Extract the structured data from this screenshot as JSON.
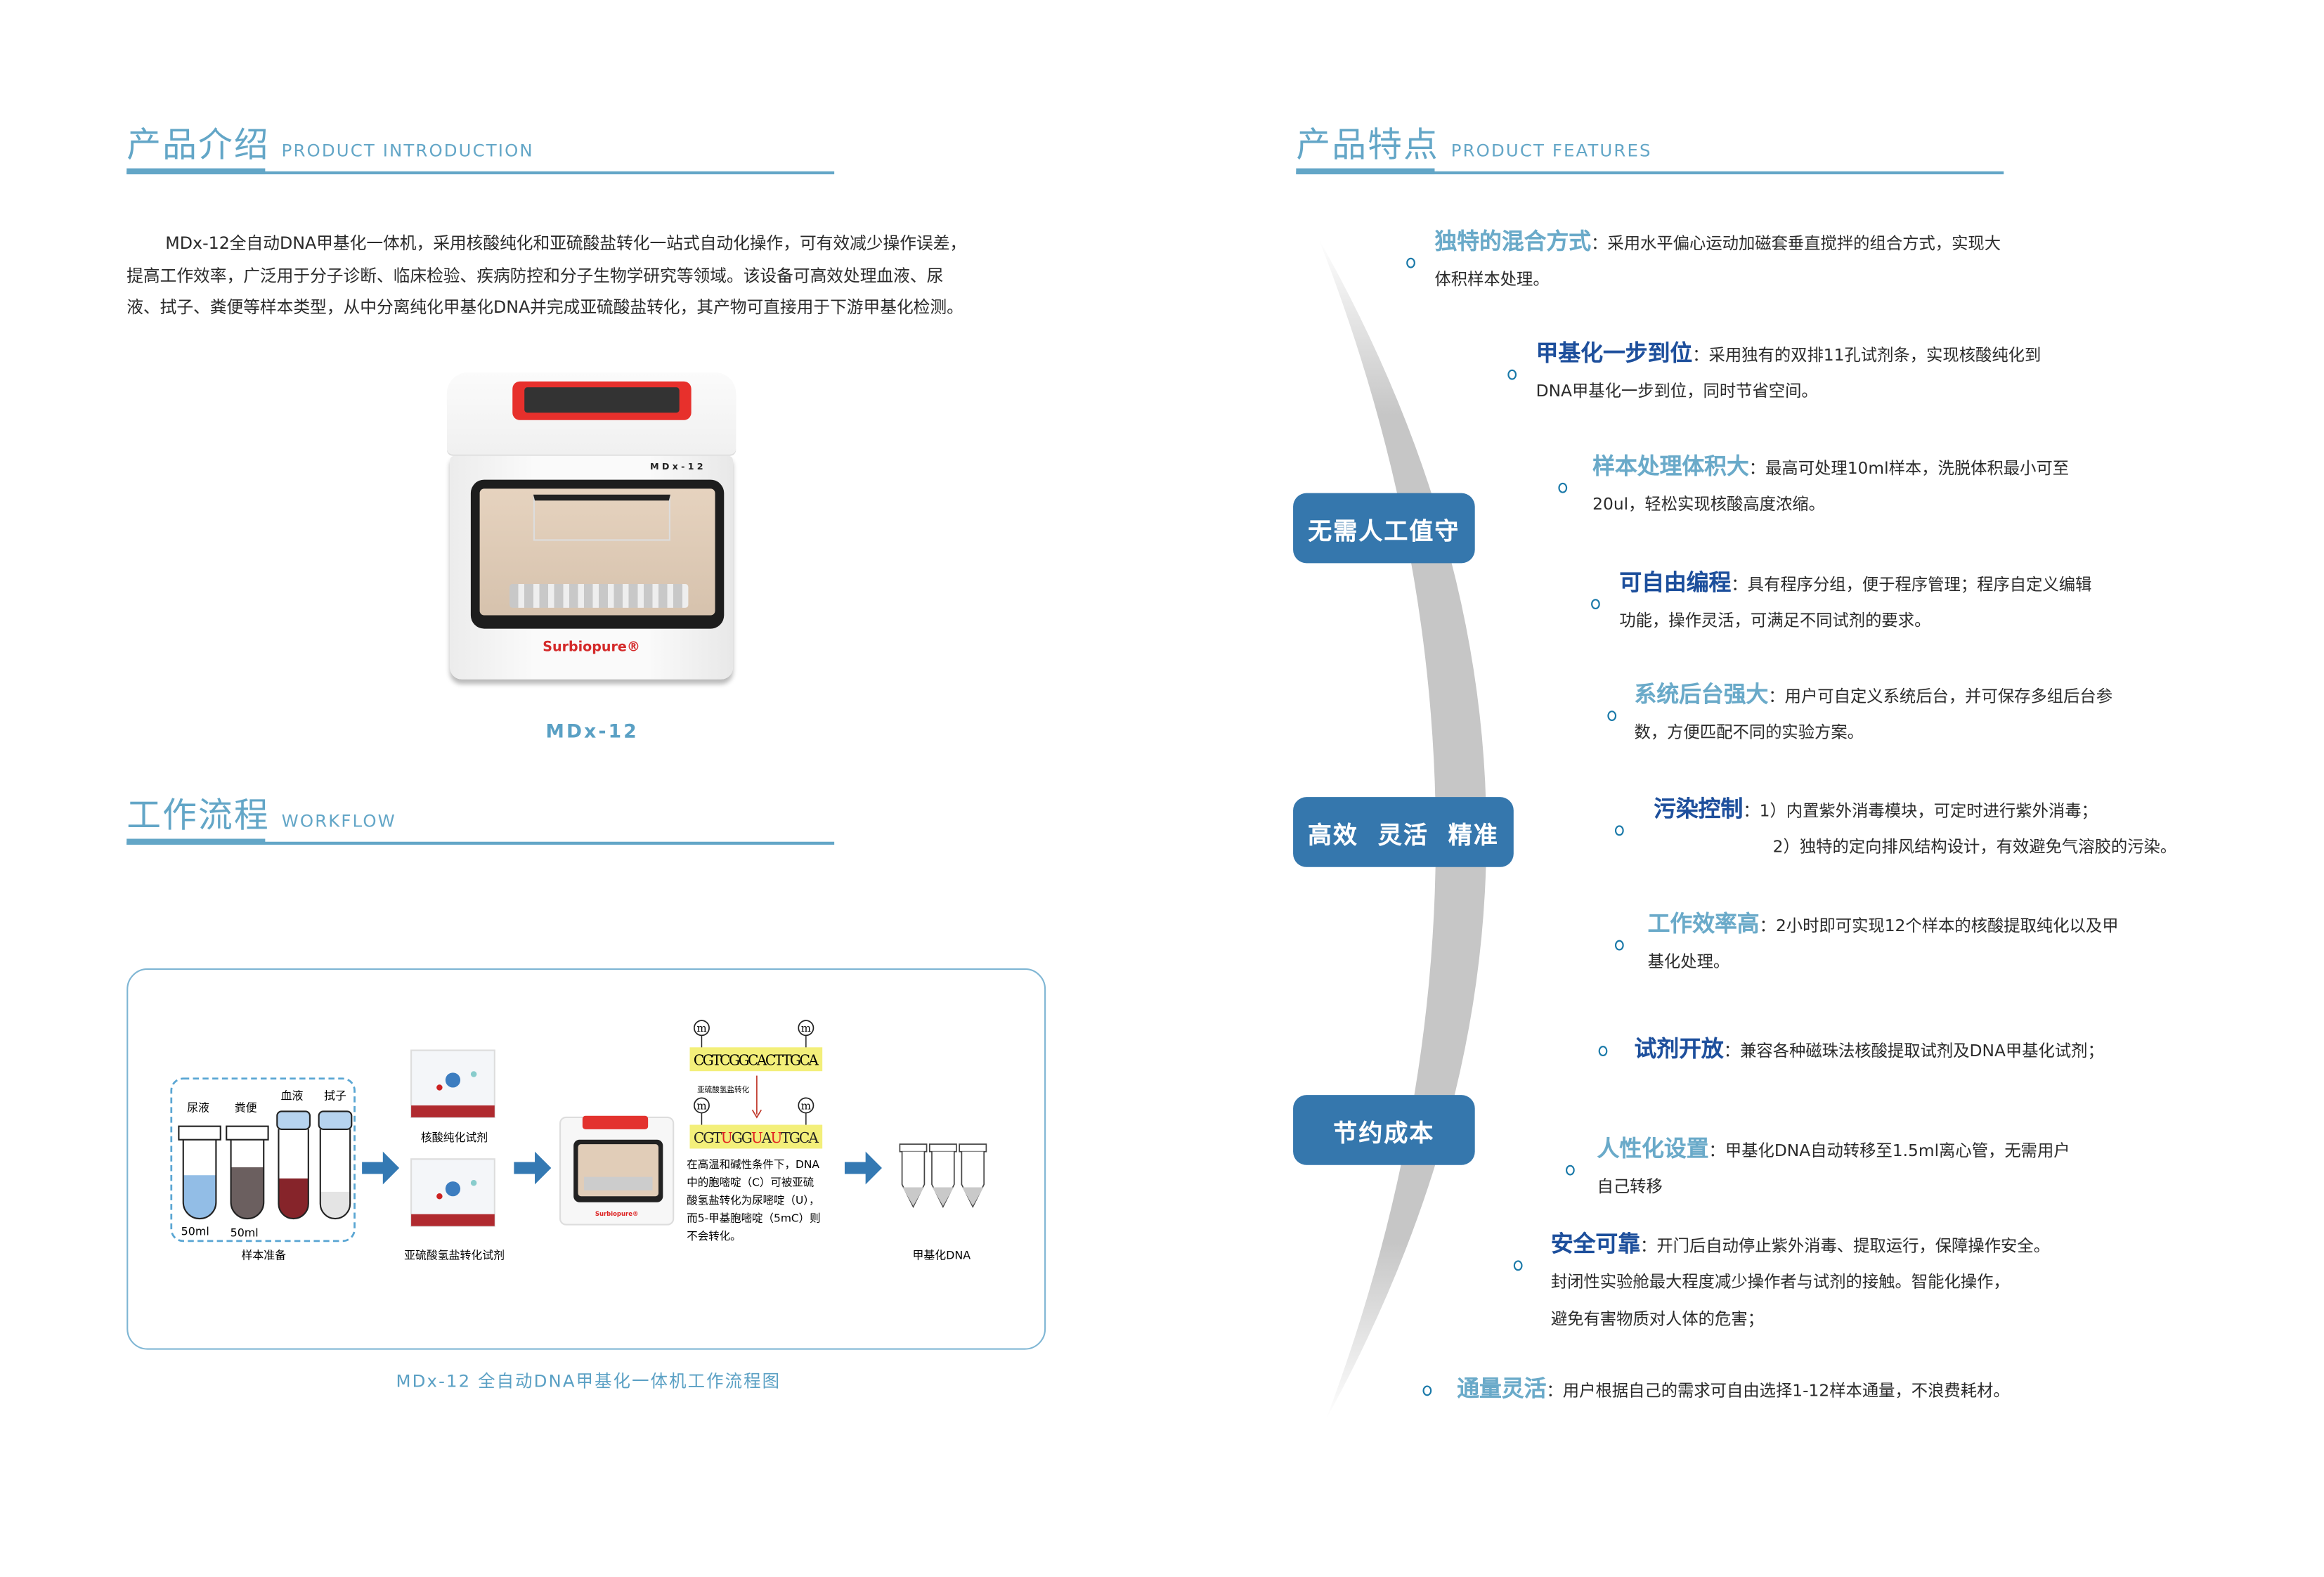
{
  "colors": {
    "accent": "#63a6c7",
    "title_light": "#6aaac9",
    "title_dark": "#1d4f9c",
    "pill": "#3577ad",
    "arc": "#c6c6c6"
  },
  "intro": {
    "title_cn": "产品介绍",
    "title_en": "PRODUCT INTRODUCTION",
    "paragraph": [
      "MDx-12全自动DNA甲基化一体机，采用核酸纯化和亚硫酸盐转化一站式自动化操作，可有效减少操作误差，",
      "提高工作效率，广泛用于分子诊断、临床检验、疾病防控和分子生物学研究等领域。该设备可高效处理血液、尿",
      "液、拭子、粪便等样本类型，从中分离纯化甲基化DNA并完成亚硫酸盐转化，其产物可直接用于下游甲基化检测。"
    ],
    "device": {
      "model_label": "MDx-12",
      "brand_logo": "Surbiopure®",
      "caption": "MDx-12"
    }
  },
  "workflow": {
    "title_cn": "工作流程",
    "title_en": "WORKFLOW",
    "samples": [
      "尿液",
      "粪便",
      "血液",
      "拭子"
    ],
    "volumes": [
      "50ml",
      "50ml"
    ],
    "sample_caption": "样本准备",
    "reagent_top": "核酸纯化试剂",
    "reagent_bottom": "亚硫酸氢盐转化试剂",
    "methyl_mark": "m",
    "seq_before": "CGTCGGCACTTGCA",
    "conversion_label": "亚硫酸氢盐转化",
    "seq_after": [
      "CGT",
      "U",
      "GG",
      "U",
      "A",
      "U",
      "TGCA"
    ],
    "description": [
      "在高温和碱性条件下，DNA",
      "中的胞嘧啶（C）可被亚硫",
      "酸氢盐转化为尿嘧啶（U），",
      "而5-甲基胞嘧啶（5mC）则",
      "不会转化。"
    ],
    "output_caption": "甲基化DNA",
    "figure_caption": "MDx-12 全自动DNA甲基化一体机工作流程图"
  },
  "features": {
    "title_cn": "产品特点",
    "title_en": "PRODUCT FEATURES",
    "pills": [
      "无需人工值守",
      "高效  灵活  精准",
      "节约成本"
    ],
    "items": [
      {
        "title": "独特的混合方式",
        "style": "light",
        "line1": "：采用水平偏心运动加磁套垂直搅拌的组合方式，实现大",
        "lines": [
          "体积样本处理。"
        ]
      },
      {
        "title": "甲基化一步到位",
        "style": "dark",
        "line1": "：采用独有的双排11孔试剂条，实现核酸纯化到",
        "lines": [
          "DNA甲基化一步到位，同时节省空间。"
        ]
      },
      {
        "title": "样本处理体积大",
        "style": "light",
        "line1": "：最高可处理10ml样本，洗脱体积最小可至",
        "lines": [
          "20ul，轻松实现核酸高度浓缩。"
        ]
      },
      {
        "title": "可自由编程",
        "style": "dark",
        "line1": "：具有程序分组，便于程序管理；程序自定义编辑",
        "lines": [
          "功能，操作灵活，可满足不同试剂的要求。"
        ]
      },
      {
        "title": "系统后台强大",
        "style": "light",
        "line1": "：用户可自定义系统后台，并可保存多组后台参",
        "lines": [
          "数，方便匹配不同的实验方案。"
        ]
      },
      {
        "title": "污染控制",
        "style": "dark",
        "line1": "：1）内置紫外消毒模块，可定时进行紫外消毒；",
        "lines": [
          "2）独特的定向排风结构设计，有效避免气溶胶的污染。"
        ]
      },
      {
        "title": "工作效率高",
        "style": "light",
        "line1": "：2小时即可实现12个样本的核酸提取纯化以及甲",
        "lines": [
          "基化处理。"
        ]
      },
      {
        "title": "试剂开放",
        "style": "dark",
        "line1": "：兼容各种磁珠法核酸提取试剂及DNA甲基化试剂；",
        "lines": []
      },
      {
        "title": "人性化设置",
        "style": "light",
        "line1": "：甲基化DNA自动转移至1.5ml离心管，无需用户",
        "lines": [
          "自己转移"
        ]
      },
      {
        "title": "安全可靠",
        "style": "dark",
        "line1": "：开门后自动停止紫外消毒、提取运行，保障操作安全。",
        "lines": [
          "封闭性实验舱最大程度减少操作者与试剂的接触。智能化操作，",
          "避免有害物质对人体的危害；"
        ]
      },
      {
        "title": "通量灵活",
        "style": "light",
        "line1": "：用户根据自己的需求可自由选择1-12样本通量，不浪费耗材。",
        "lines": []
      }
    ]
  }
}
